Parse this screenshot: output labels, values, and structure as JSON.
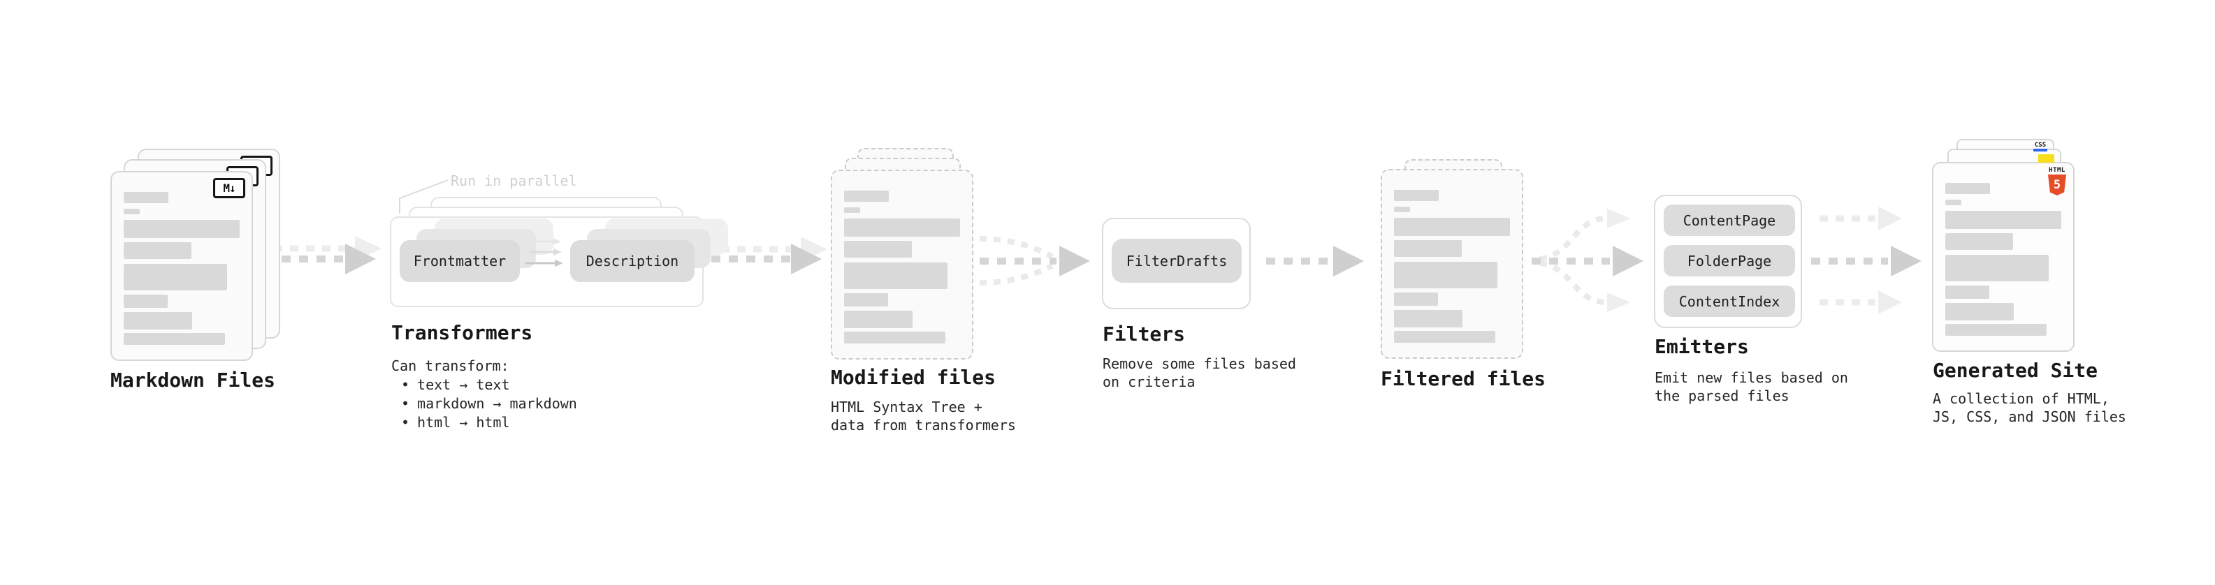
{
  "colors": {
    "ink": "#1c1c1c",
    "muted": "#cfcfcf",
    "border": "#d6d6d6",
    "border-light": "#e4e4e4",
    "dashed": "#cbcbcb",
    "bar": "#d9d9d9",
    "btn": "#dcdcdc",
    "ghost1": "#e6e6e6",
    "ghost2": "#f0f0f0",
    "card-bg": "#fbfbfb",
    "arrow": "#d5d5d5",
    "arrow-head": "#cfcfcf",
    "arrow-faint": "#ececec",
    "arrow-faint-head": "#eeeeee",
    "html5": "#e44d26",
    "js": "#f7df1e",
    "css": "#2967f2"
  },
  "stages": {
    "markdown": {
      "title": "Markdown Files",
      "icon_label": "M↓"
    },
    "transformers": {
      "title": "Transformers",
      "callout": "Run in parallel",
      "buttons": {
        "left": "Frontmatter",
        "right": "Description"
      },
      "body": {
        "intro": "Can transform:",
        "bullet_char": "•",
        "bullets": [
          "text → text",
          "markdown → markdown",
          "html → html"
        ]
      }
    },
    "modified": {
      "title": "Modified files",
      "subtitle_lines": [
        "HTML Syntax Tree +",
        "data from transformers"
      ]
    },
    "filters": {
      "title": "Filters",
      "button": "FilterDrafts",
      "subtitle_lines": [
        "Remove some files based",
        "on criteria"
      ]
    },
    "filtered": {
      "title": "Filtered files"
    },
    "emitters": {
      "title": "Emitters",
      "buttons": [
        "ContentPage",
        "FolderPage",
        "ContentIndex"
      ],
      "subtitle_lines": [
        "Emit new files based on",
        "the parsed files"
      ]
    },
    "generated": {
      "title": "Generated Site",
      "subtitle_lines": [
        "A collection of HTML,",
        "JS, CSS, and JSON files"
      ],
      "icons": {
        "css": "CSS",
        "html_label": "HTML",
        "html_number": "5"
      }
    }
  }
}
